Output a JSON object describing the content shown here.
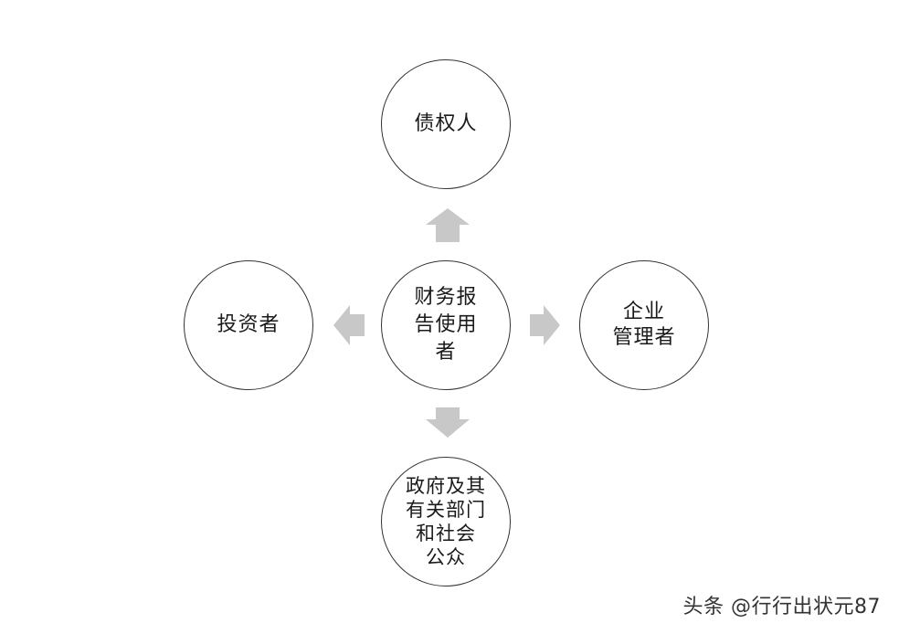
{
  "diagram": {
    "center": {
      "label": "财务报\n告使用\n者"
    },
    "top": {
      "label": "债权人"
    },
    "left": {
      "label": "投资者"
    },
    "right": {
      "label": "企业\n管理者"
    },
    "bottom": {
      "label": "政府及其\n有关部门\n和社会\n公众"
    },
    "arrow_color": "#c8c8c8",
    "border_color": "#333333"
  },
  "watermark": {
    "text": "头条 @行行出状元87"
  }
}
